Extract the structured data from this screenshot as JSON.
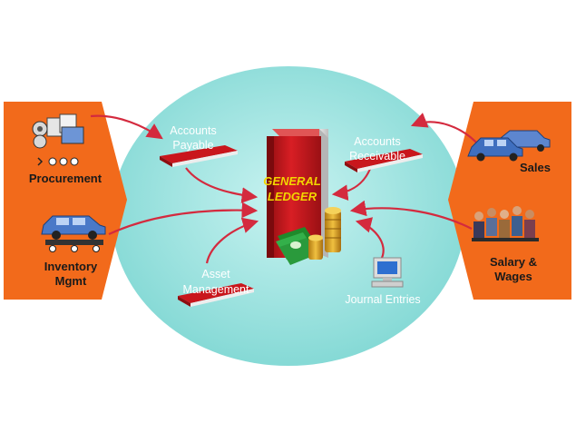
{
  "center": {
    "title_line1": "GENERAL",
    "title_line2": "LEDGER"
  },
  "left_panel": {
    "procurement": "Procurement",
    "inventory_line1": "Inventory",
    "inventory_line2": "Mgmt"
  },
  "right_panel": {
    "sales": "Sales",
    "salary_line1": "Salary &",
    "salary_line2": "Wages"
  },
  "modules": {
    "accounts_payable_line1": "Accounts",
    "accounts_payable_line2": "Payable",
    "accounts_receivable_line1": "Accounts",
    "accounts_receivable_line2": "Receivable",
    "asset_management_line1": "Asset",
    "asset_management_line2": "Management",
    "journal_entries": "Journal Entries"
  },
  "colors": {
    "panel": "#f26a1b",
    "ellipse": "#8fe0dc",
    "ledger": "#c9161c",
    "arrow": "#d42a3e"
  }
}
